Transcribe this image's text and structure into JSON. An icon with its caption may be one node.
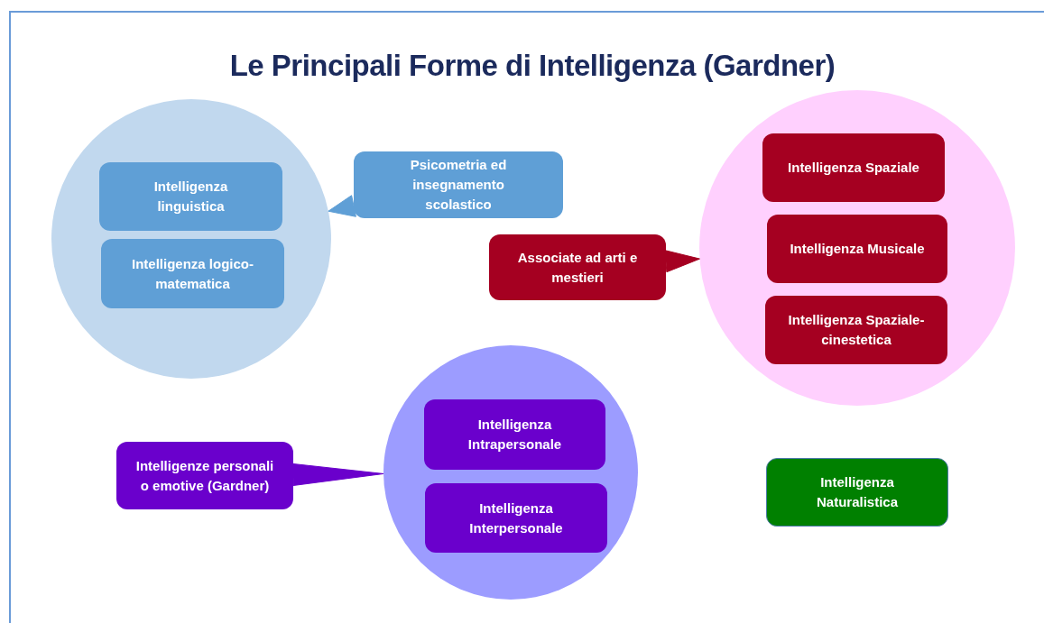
{
  "diagram": {
    "title": "Le Principali Forme di Intelligenza (Gardner)",
    "nodes": [
      {
        "text": [],
        "shape": "circle"
      },
      {
        "text": [
          "Intelligenza linguistica"
        ],
        "in": 0
      },
      {
        "text": [
          "Intelligenza logico-matematica"
        ],
        "in": 0
      },
      {
        "text": [
          "Psicometria ed insegnamento scolastico"
        ]
      },
      {
        "text": [],
        "shape": "circle"
      },
      {
        "text": [
          "Intelligenza Spaziale"
        ],
        "in": 4
      },
      {
        "text": [
          "Intelligenza Musicale"
        ],
        "in": 4
      },
      {
        "text": [
          "Intelligenza Spaziale-cinestetica"
        ],
        "in": 4
      },
      {
        "text": [
          "Associate ad arti e mestieri"
        ]
      },
      {
        "text": [],
        "shape": "circle"
      },
      {
        "text": [
          "Intelligenza Intrapersonale"
        ],
        "in": 9
      },
      {
        "text": [
          "Intelligenza Interpersonale"
        ],
        "in": 9
      },
      {
        "text": [
          "Intelligenze personali o emotive (Gardner)"
        ]
      },
      {
        "text": [
          "Intelligenza Naturalistica"
        ]
      }
    ],
    "edges": [
      {
        "from": 3,
        "to": 0,
        "arrow": "to",
        "color": "#5f9fd6"
      },
      {
        "from": 8,
        "to": 4,
        "arrow": "to",
        "color": "#a50021"
      },
      {
        "from": 12,
        "to": 9,
        "arrow": "to",
        "color": "#6a00cc"
      }
    ]
  }
}
